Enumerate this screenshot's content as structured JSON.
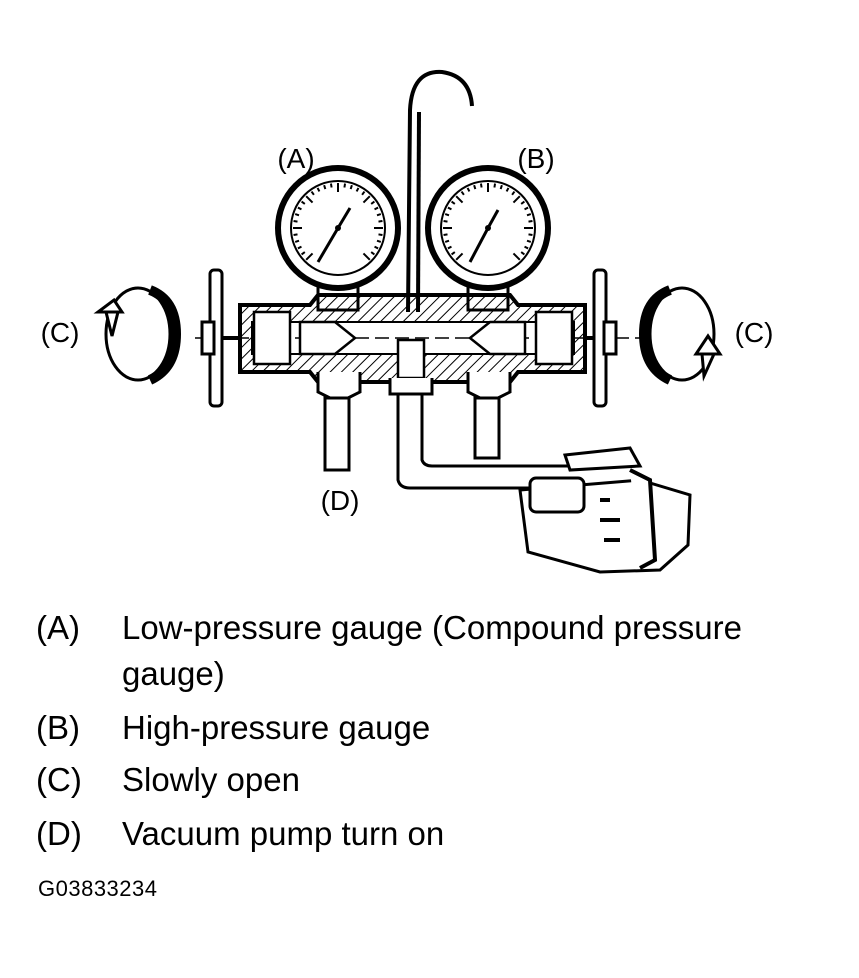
{
  "callouts": {
    "a": "(A)",
    "b": "(B)",
    "c_left": "(C)",
    "c_right": "(C)",
    "d": "(D)"
  },
  "legend": [
    {
      "key": "(A)",
      "text": "Low-pressure gauge (Compound pressure gauge)"
    },
    {
      "key": "(B)",
      "text": "High-pressure gauge"
    },
    {
      "key": "(C)",
      "text": "Slowly open"
    },
    {
      "key": "(D)",
      "text": "Vacuum pump turn on"
    }
  ],
  "figure_code": "G03833234",
  "icons": [
    "low-pressure-gauge-icon",
    "high-pressure-gauge-icon",
    "rotation-arrow-icon",
    "vacuum-pump-icon"
  ]
}
